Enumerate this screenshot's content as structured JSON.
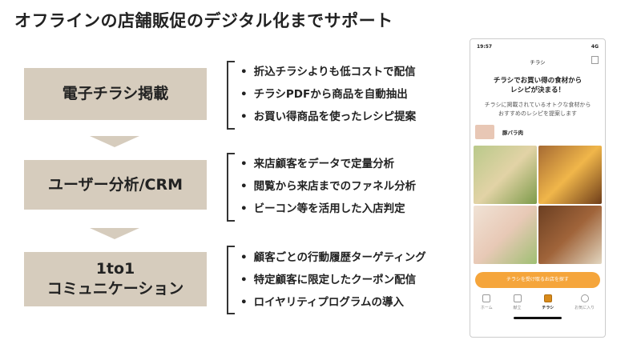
{
  "title": "オフラインの店舗販促のデジタル化までサポート",
  "steps": [
    {
      "label": "電子チラシ掲載",
      "bullets": [
        "折込チラシよりも低コストで配信",
        "チラシPDFから商品を自動抽出",
        "お買い得商品を使ったレシピ提案"
      ]
    },
    {
      "label": "ユーザー分析/CRM",
      "bullets": [
        "来店顧客をデータで定量分析",
        "閲覧から来店までのファネル分析",
        "ビーコン等を活用した入店判定"
      ]
    },
    {
      "label_line1": "1to1",
      "label_line2": "コミュニケーション",
      "bullets": [
        "顧客ごとの行動履歴ターゲティング",
        "特定顧客に限定したクーポン配信",
        "ロイヤリティプログラムの導入"
      ]
    }
  ],
  "phone": {
    "time": "19:57",
    "signal": "4G",
    "screen_title": "チラシ",
    "headline_1": "チラシでお買い得の食材から",
    "headline_2": "レシピが決まる！",
    "sub_1": "チラシに掲載されているオトクな食材から",
    "sub_2": "おすすめのレシピを提案します",
    "item": "豚バラ肉",
    "cta": "チラシを受け取るお店を探す",
    "tabs": [
      "ホーム",
      "献立",
      "チラシ",
      "お気に入り"
    ],
    "accent": "#f5a53b"
  }
}
